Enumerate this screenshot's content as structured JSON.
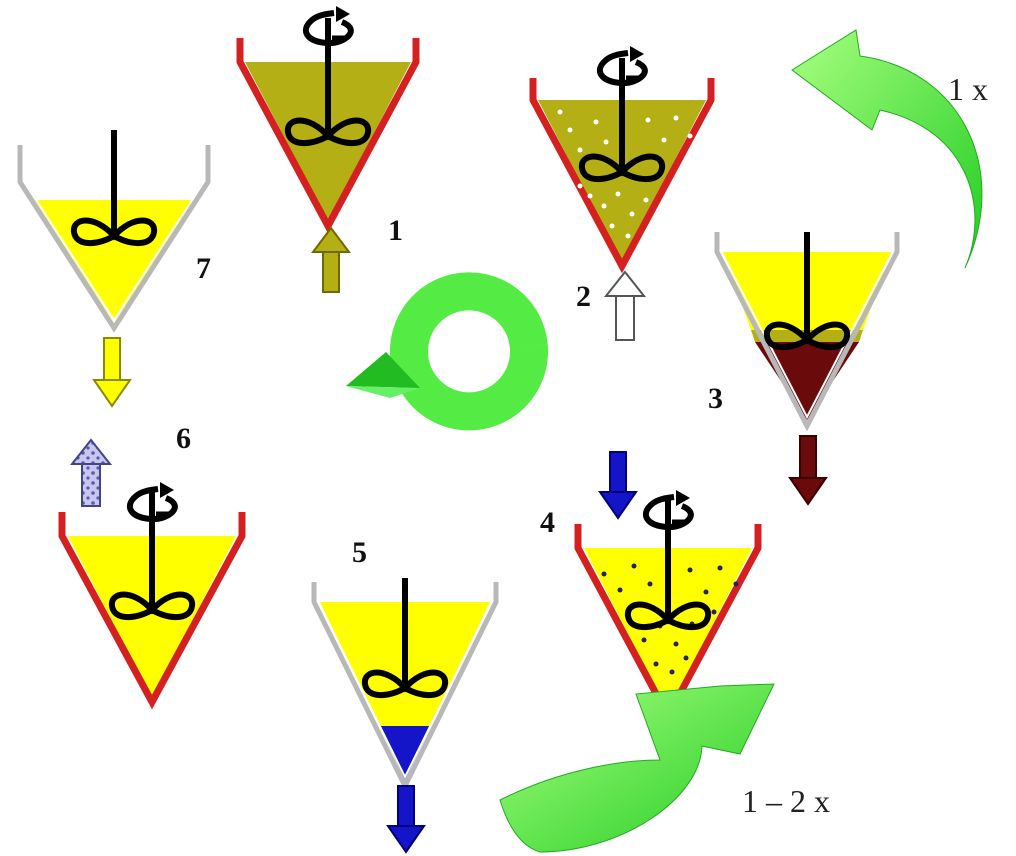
{
  "colors": {
    "oil_dark": "#B3AF14",
    "oil_light": "#FFFF00",
    "vessel_heated": "#D42020",
    "vessel_plain": "#B8B8B8",
    "sediment": "#6B0A0A",
    "water": "#1414C8",
    "cycle_arrow": "#33EE33",
    "stirrer": "#000000"
  },
  "steps": [
    {
      "number": "1"
    },
    {
      "number": "2"
    },
    {
      "number": "3"
    },
    {
      "number": "4"
    },
    {
      "number": "5"
    },
    {
      "number": "6"
    },
    {
      "number": "7"
    }
  ],
  "repeat_labels": {
    "upper": "1 x",
    "lower": "1 – 2 x"
  },
  "icons": {
    "rotation": "rotation-arrow-icon",
    "cycle": "cycle-arrow-icon",
    "stirrer": "stirrer-icon"
  }
}
